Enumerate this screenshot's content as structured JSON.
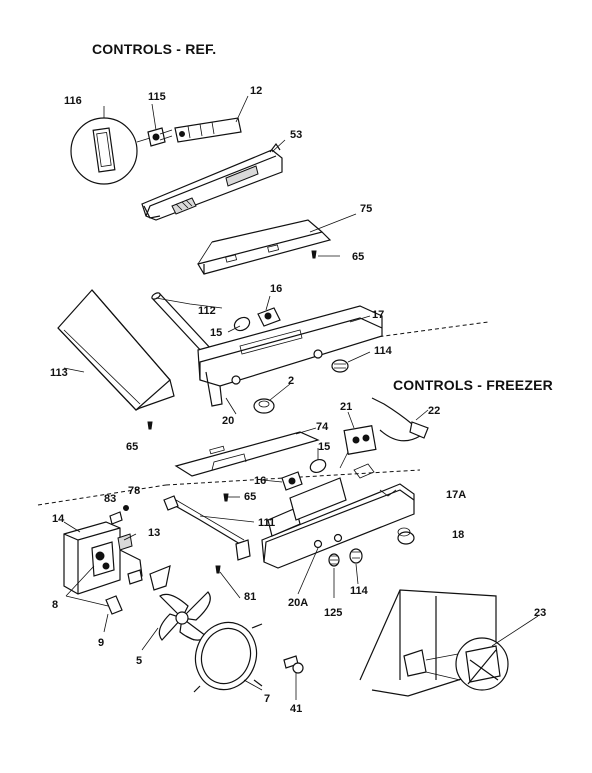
{
  "headings": {
    "ref": "CONTROLS - REF.",
    "freezer": "CONTROLS - FREEZER"
  },
  "parts": {
    "p116": "116",
    "p115": "115",
    "p12": "12",
    "p53": "53",
    "p75": "75",
    "p65a": "65",
    "p16a": "16",
    "p112": "112",
    "p17": "17",
    "p15a": "15",
    "p114a": "114",
    "p113": "113",
    "p2": "2",
    "p20": "20",
    "p65b": "65",
    "p74": "74",
    "p15b": "15",
    "p21": "21",
    "p22": "22",
    "p16b": "16",
    "p65c": "65",
    "p17a": "17A",
    "p83": "83",
    "p78": "78",
    "p14": "14",
    "p111": "111",
    "p13": "13",
    "p18": "18",
    "p8": "8",
    "p81": "81",
    "p20a": "20A",
    "p114b": "114",
    "p125": "125",
    "p9": "9",
    "p5": "5",
    "p23": "23",
    "p7": "7",
    "p41": "41"
  }
}
